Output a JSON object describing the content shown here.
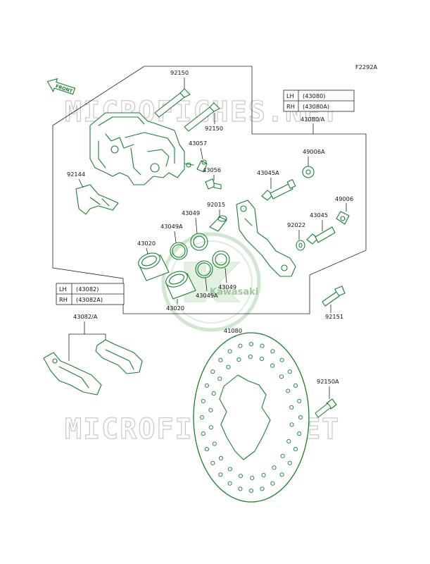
{
  "diagram_code": "F2292A",
  "front_label": "FRONT",
  "watermark_text": "MICROFICHES.NET",
  "brand_text": "Kawasaki",
  "caliper_table": {
    "rows": [
      {
        "side": "LH",
        "part": "(43080)"
      },
      {
        "side": "RH",
        "part": "(43080A)"
      }
    ]
  },
  "caliper_assy": "43080/A",
  "pad_table": {
    "rows": [
      {
        "side": "LH",
        "part": "(43082)"
      },
      {
        "side": "RH",
        "part": "(43082A)"
      }
    ]
  },
  "pad_assy": "43082/A",
  "labels": {
    "l92150_top": "92150",
    "l92150_lower": "92150",
    "l43057": "43057",
    "l43056": "43056",
    "l92144": "92144",
    "l43045A": "43045A",
    "l49006A": "49006A",
    "l49006": "49006",
    "l92015": "92015",
    "l43049_top": "43049",
    "l43049A_top": "43049A",
    "l92022": "92022",
    "l43045": "43045",
    "l43020_top": "43020",
    "l43049_bottom": "43049",
    "l43049A_bottom": "43049A",
    "l43020_bottom": "43020",
    "l92151": "92151",
    "l41080": "41080",
    "l92150A": "92150A"
  },
  "colors": {
    "parts": "#16812e",
    "lines": "#222222",
    "watermark": "#c9c9c9"
  }
}
